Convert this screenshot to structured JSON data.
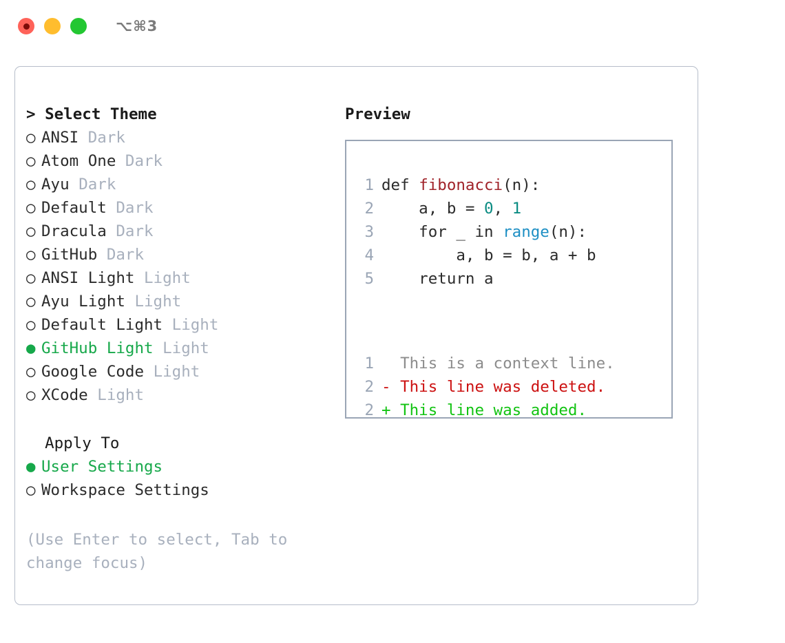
{
  "titlebar": {
    "lights": [
      {
        "name": "close",
        "color": "#ff6259"
      },
      {
        "name": "minimize",
        "color": "#ffbd2e"
      },
      {
        "name": "maximize",
        "color": "#23c732"
      }
    ],
    "shortcut": "⌥⌘3"
  },
  "theme_section": {
    "heading_marker": ">",
    "heading": "Select Theme",
    "items": [
      {
        "marker": "○",
        "label": "ANSI",
        "category": "Dark",
        "selected": false
      },
      {
        "marker": "○",
        "label": "Atom One",
        "category": "Dark",
        "selected": false
      },
      {
        "marker": "○",
        "label": "Ayu",
        "category": "Dark",
        "selected": false
      },
      {
        "marker": "○",
        "label": "Default",
        "category": "Dark",
        "selected": false
      },
      {
        "marker": "○",
        "label": "Dracula",
        "category": "Dark",
        "selected": false
      },
      {
        "marker": "○",
        "label": "GitHub",
        "category": "Dark",
        "selected": false
      },
      {
        "marker": "○",
        "label": "ANSI Light",
        "category": "Light",
        "selected": false
      },
      {
        "marker": "○",
        "label": "Ayu Light",
        "category": "Light",
        "selected": false
      },
      {
        "marker": "○",
        "label": "Default Light",
        "category": "Light",
        "selected": false
      },
      {
        "marker": "●",
        "label": "GitHub Light",
        "category": "Light",
        "selected": true
      },
      {
        "marker": "○",
        "label": "Google Code",
        "category": "Light",
        "selected": false
      },
      {
        "marker": "○",
        "label": "XCode",
        "category": "Light",
        "selected": false
      }
    ]
  },
  "apply_to": {
    "heading": "Apply To",
    "items": [
      {
        "marker": "●",
        "label": "User Settings",
        "selected": true
      },
      {
        "marker": "○",
        "label": "Workspace Settings",
        "selected": false
      }
    ]
  },
  "hint": "(Use Enter to select, Tab to change focus)",
  "preview": {
    "title": "Preview",
    "code_lines": [
      {
        "number": "1",
        "tokens": [
          {
            "text": "def ",
            "type": "kw"
          },
          {
            "text": "fibonacci",
            "type": "fn"
          },
          {
            "text": "(n):",
            "type": "plain"
          }
        ]
      },
      {
        "number": "2",
        "tokens": [
          {
            "text": "    a, b = ",
            "type": "plain"
          },
          {
            "text": "0",
            "type": "num"
          },
          {
            "text": ", ",
            "type": "plain"
          },
          {
            "text": "1",
            "type": "num"
          }
        ]
      },
      {
        "number": "3",
        "tokens": [
          {
            "text": "    for _ in ",
            "type": "kw"
          },
          {
            "text": "range",
            "type": "call"
          },
          {
            "text": "(n):",
            "type": "plain"
          }
        ]
      },
      {
        "number": "4",
        "tokens": [
          {
            "text": "        a, b = b, a + b",
            "type": "plain"
          }
        ]
      },
      {
        "number": "5",
        "tokens": [
          {
            "text": "    return a",
            "type": "kw"
          }
        ]
      }
    ],
    "diff_lines": [
      {
        "number": "1",
        "sign": " ",
        "text": "This is a context line.",
        "type": "ctx"
      },
      {
        "number": "2",
        "sign": "-",
        "text": "This line was deleted.",
        "type": "del"
      },
      {
        "number": "2",
        "sign": "+",
        "text": "This line was added.",
        "type": "add"
      }
    ]
  },
  "colors": {
    "accent_green": "#16a84a",
    "muted_gray": "#a8b0bd",
    "border": "#9aa5b5",
    "panel_border": "#b6bdca",
    "diff_add": "#12c312",
    "diff_del": "#cc1111",
    "syntax_function": "#a0232a",
    "syntax_number": "#0a8b82",
    "syntax_call": "#1e8fc4"
  }
}
